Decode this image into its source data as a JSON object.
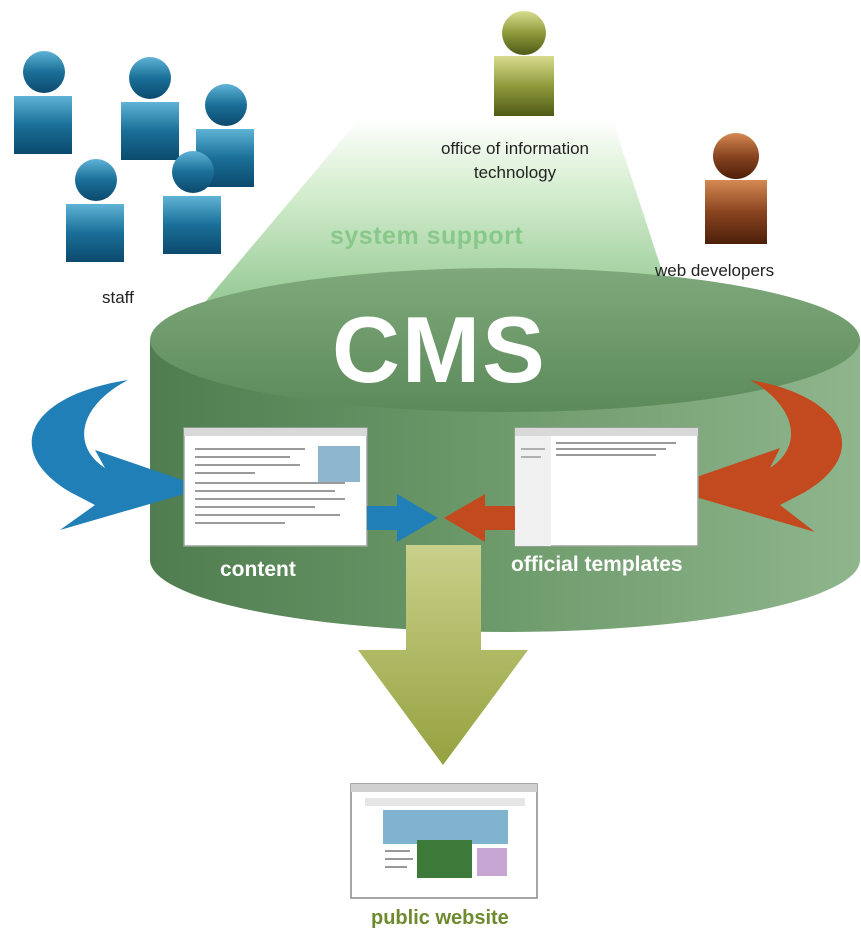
{
  "labels": {
    "staff": "staff",
    "oit_line1": "office of information",
    "oit_line2": "technology",
    "web_developers": "web developers",
    "system_support": "system support",
    "cms": "CMS",
    "content": "content",
    "official_templates": "official templates",
    "public_website": "public website"
  },
  "colors": {
    "staff_blue": "#1a6f98",
    "oit_olive": "#8f9a3b",
    "webdev_brown": "#7a3a18",
    "support_beam": "#b9e0b0",
    "cylinder_top": "#6f9a6c",
    "cylinder_body": "#5e8a5c",
    "content_arrow": "#1f7fb6",
    "template_arrow": "#c24a1e",
    "public_arrow": "#b4bf6a"
  },
  "icons": [
    "staff-person-icon",
    "oit-person-icon",
    "web-developer-icon"
  ]
}
